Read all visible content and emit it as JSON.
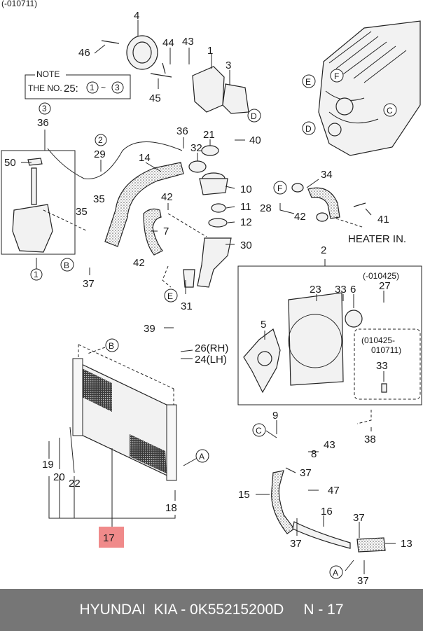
{
  "header": {
    "range": "(-010711)"
  },
  "note": {
    "title": "NOTE",
    "line_prefix": "THE NO.",
    "number": "25:",
    "from": "1",
    "tilde": "~",
    "to": "3"
  },
  "parts": {
    "p1": "1",
    "p2": "2",
    "p3": "3",
    "p4": "4",
    "p5": "5",
    "p6": "6",
    "p7": "7",
    "p8": "8",
    "p9": "9",
    "p10": "10",
    "p11": "11",
    "p12": "12",
    "p13": "13",
    "p14": "14",
    "p15": "15",
    "p16": "16",
    "p17": "17",
    "p18": "18",
    "p19": "19",
    "p20": "20",
    "p21": "21",
    "p22": "22",
    "p23": "23",
    "p24": "24(LH)",
    "p26": "26(RH)",
    "p27": "27",
    "p28": "28",
    "p29": "29",
    "p30": "30",
    "p31": "31",
    "p32": "32",
    "p33": "33",
    "p34": "34",
    "p35": "35",
    "p36": "36",
    "p37": "37",
    "p38": "38",
    "p39": "39",
    "p40": "40",
    "p41": "41",
    "p42": "42",
    "p43": "43",
    "p44": "44",
    "p45": "45",
    "p46": "46",
    "p47": "47",
    "p50": "50"
  },
  "circled": {
    "c1": "1",
    "c2": "2",
    "c3": "3"
  },
  "refs": {
    "A": "A",
    "B": "B",
    "C": "C",
    "D": "D",
    "E": "E",
    "F": "F"
  },
  "notes": {
    "heater": "HEATER IN.",
    "range1": "(-010425)",
    "range2a": "(010425-",
    "range2b": "010711)"
  },
  "highlight": {
    "part": "17",
    "color": "#f08a8a"
  },
  "footer": {
    "brand": "HYUNDAI  KIA - 0K55215200D",
    "page": "N - 17"
  }
}
